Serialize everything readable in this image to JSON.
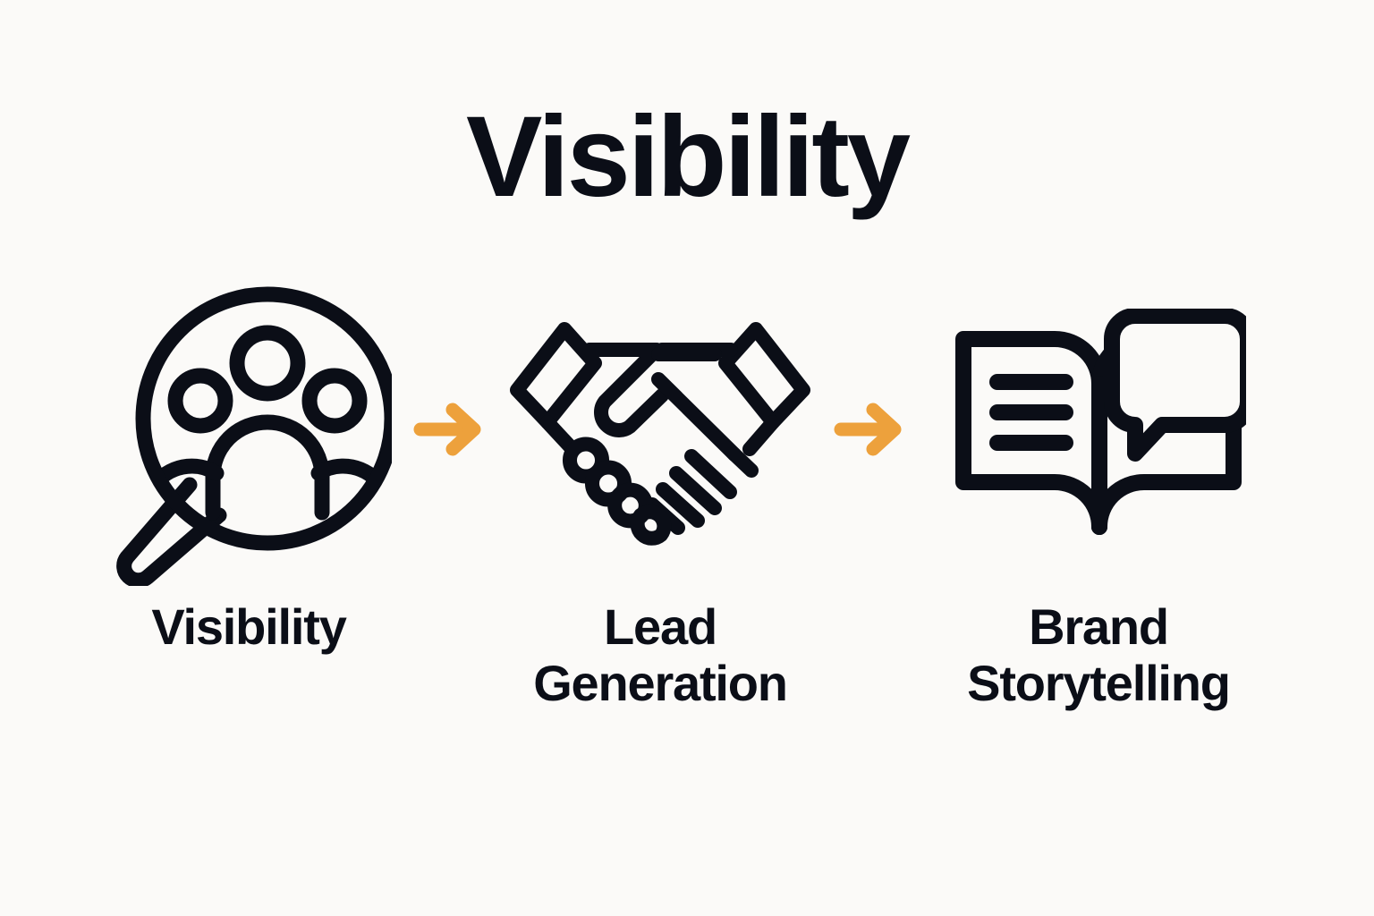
{
  "page": {
    "title": "Visibility",
    "background_color": "#fbfaf8",
    "text_color": "#0b0e17",
    "accent_color": "#eda13c"
  },
  "flow": {
    "steps": [
      {
        "id": "visibility",
        "label": "Visibility",
        "icon": "magnifier-people-icon"
      },
      {
        "id": "lead-generation",
        "label": "Lead\nGeneration",
        "icon": "handshake-icon"
      },
      {
        "id": "brand-storytelling",
        "label": "Brand\nStorytelling",
        "icon": "open-book-speech-bubble-icon"
      }
    ],
    "connectors": [
      {
        "id": "arrow-1",
        "icon": "arrow-right-icon",
        "color": "#eda13c"
      },
      {
        "id": "arrow-2",
        "icon": "arrow-right-icon",
        "color": "#eda13c"
      }
    ]
  }
}
